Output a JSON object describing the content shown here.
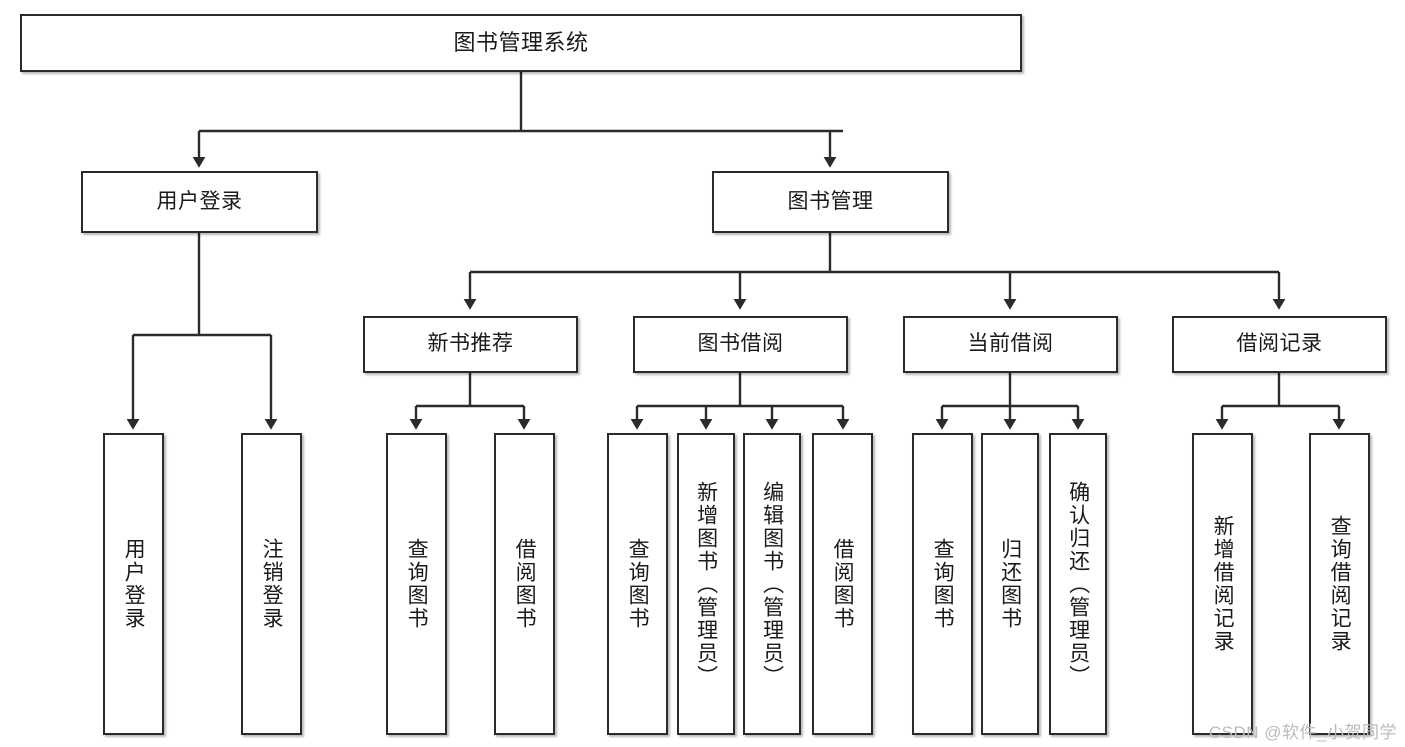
{
  "diagram": {
    "title": "图书管理系统",
    "type": "hierarchy-tree",
    "watermark": "CSDN @软件_小贺同学",
    "colors": {
      "box_border": "#2b2b2b",
      "box_fill": "#ffffff",
      "connector": "#2b2b2b",
      "text": "#1a1a1a",
      "watermark": "#b9bcc0"
    },
    "nodes": {
      "root": {
        "label": "图书管理系统"
      },
      "level1": [
        {
          "id": "user-login",
          "label": "用户登录"
        },
        {
          "id": "book-manage",
          "label": "图书管理"
        }
      ],
      "level2": [
        {
          "id": "new-book-recommend",
          "label": "新书推荐"
        },
        {
          "id": "book-borrow",
          "label": "图书借阅"
        },
        {
          "id": "current-borrow",
          "label": "当前借阅"
        },
        {
          "id": "borrow-record",
          "label": "借阅记录"
        }
      ],
      "leaves": {
        "user-login": [
          {
            "id": "leaf-user-login",
            "label": "用户登录"
          },
          {
            "id": "leaf-logout-login",
            "label": "注销登录"
          }
        ],
        "new-book-recommend": [
          {
            "id": "leaf-query-book-1",
            "label": "查询图书"
          },
          {
            "id": "leaf-borrow-book-1",
            "label": "借阅图书"
          }
        ],
        "book-borrow": [
          {
            "id": "leaf-query-book-2",
            "label": "查询图书"
          },
          {
            "id": "leaf-add-book",
            "label": "新增图书（管理员）"
          },
          {
            "id": "leaf-edit-book",
            "label": "编辑图书（管理员）"
          },
          {
            "id": "leaf-borrow-book-2",
            "label": "借阅图书"
          }
        ],
        "current-borrow": [
          {
            "id": "leaf-query-book-3",
            "label": "查询图书"
          },
          {
            "id": "leaf-return-book",
            "label": "归还图书"
          },
          {
            "id": "leaf-confirm-return",
            "label": "确认归还（管理员）"
          }
        ],
        "borrow-record": [
          {
            "id": "leaf-add-record",
            "label": "新增借阅记录"
          },
          {
            "id": "leaf-query-record",
            "label": "查询借阅记录"
          }
        ]
      }
    }
  }
}
